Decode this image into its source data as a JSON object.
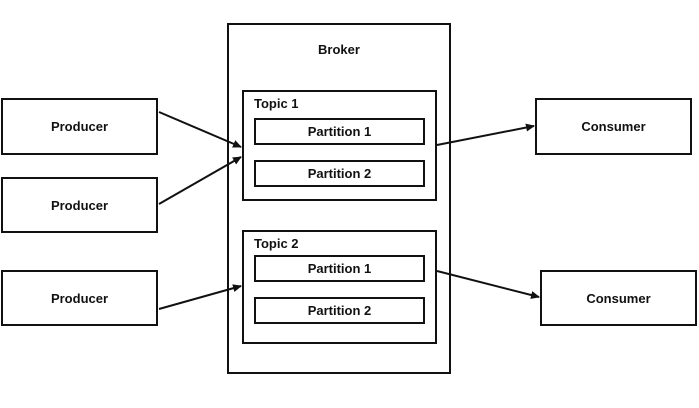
{
  "broker": {
    "label": "Broker"
  },
  "producers": [
    {
      "label": "Producer"
    },
    {
      "label": "Producer"
    },
    {
      "label": "Producer"
    }
  ],
  "topics": [
    {
      "label": "Topic 1",
      "partitions": [
        {
          "label": "Partition 1"
        },
        {
          "label": "Partition 2"
        }
      ]
    },
    {
      "label": "Topic 2",
      "partitions": [
        {
          "label": "Partition 1"
        },
        {
          "label": "Partition 2"
        }
      ]
    }
  ],
  "consumers": [
    {
      "label": "Consumer"
    },
    {
      "label": "Consumer"
    }
  ],
  "colors": {
    "stroke": "#111111",
    "fill": "#ffffff"
  }
}
